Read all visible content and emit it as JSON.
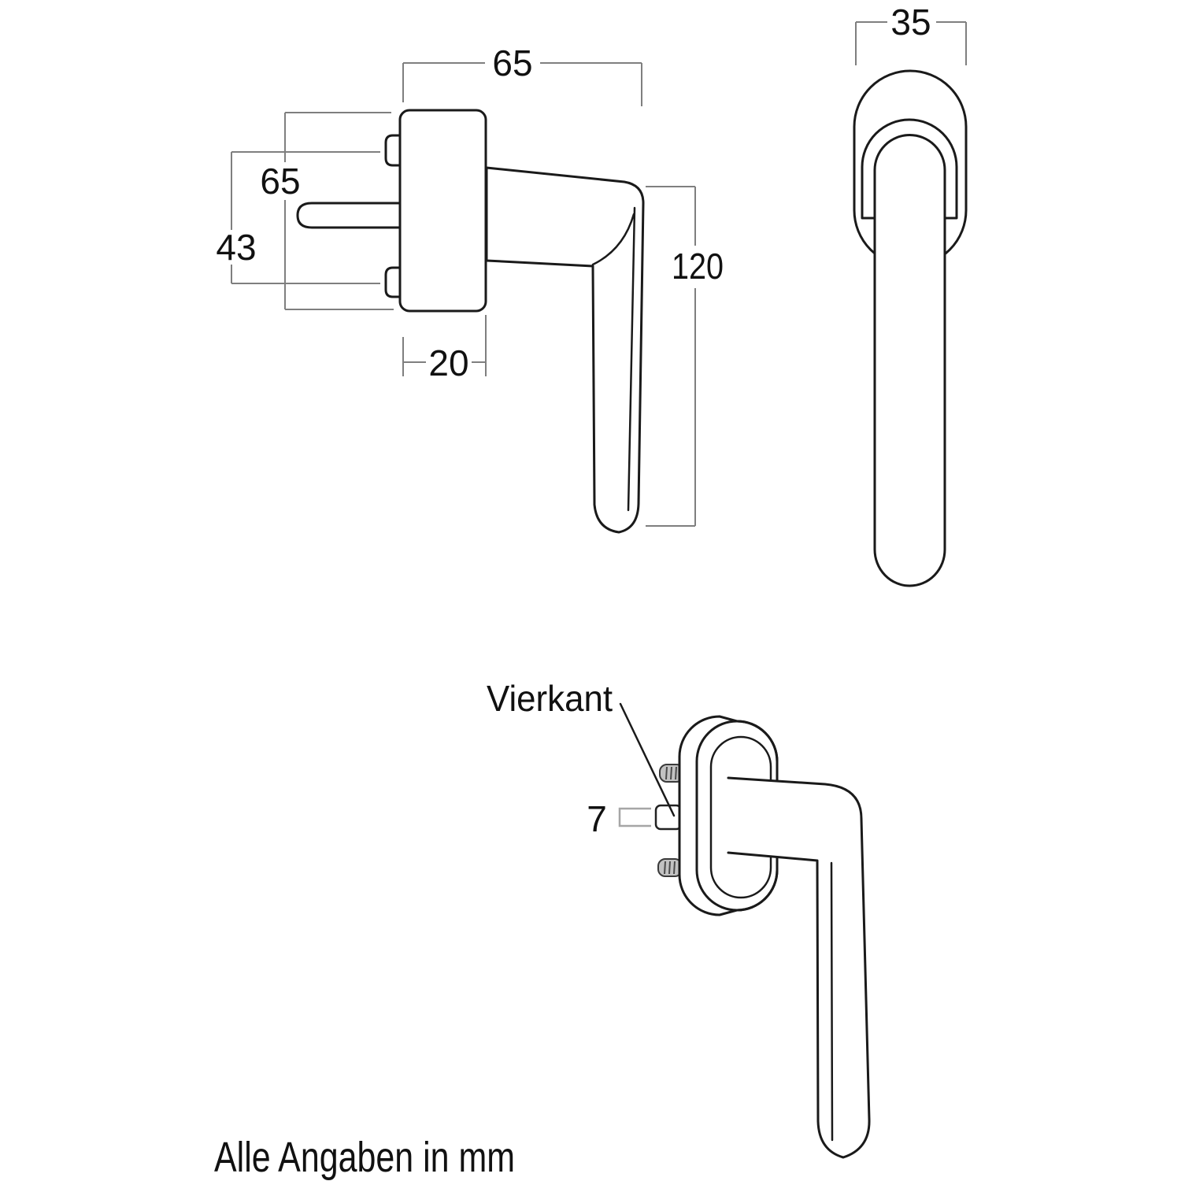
{
  "note": "Alle Angaben in mm",
  "vierkant_label": "Vierkant",
  "dims": {
    "handle_reach": "65",
    "plate_height": "65",
    "screw_spacing": "43",
    "plate_depth": "20",
    "grip_length": "120",
    "rosette_width": "35",
    "spindle_square": "7"
  },
  "colors": {
    "background": "#ffffff",
    "outline": "#1a1a1a",
    "dimension_line": "#7f7f7f",
    "bracket": "#a6a6a6",
    "screw_fill": "#c2c2c2"
  }
}
